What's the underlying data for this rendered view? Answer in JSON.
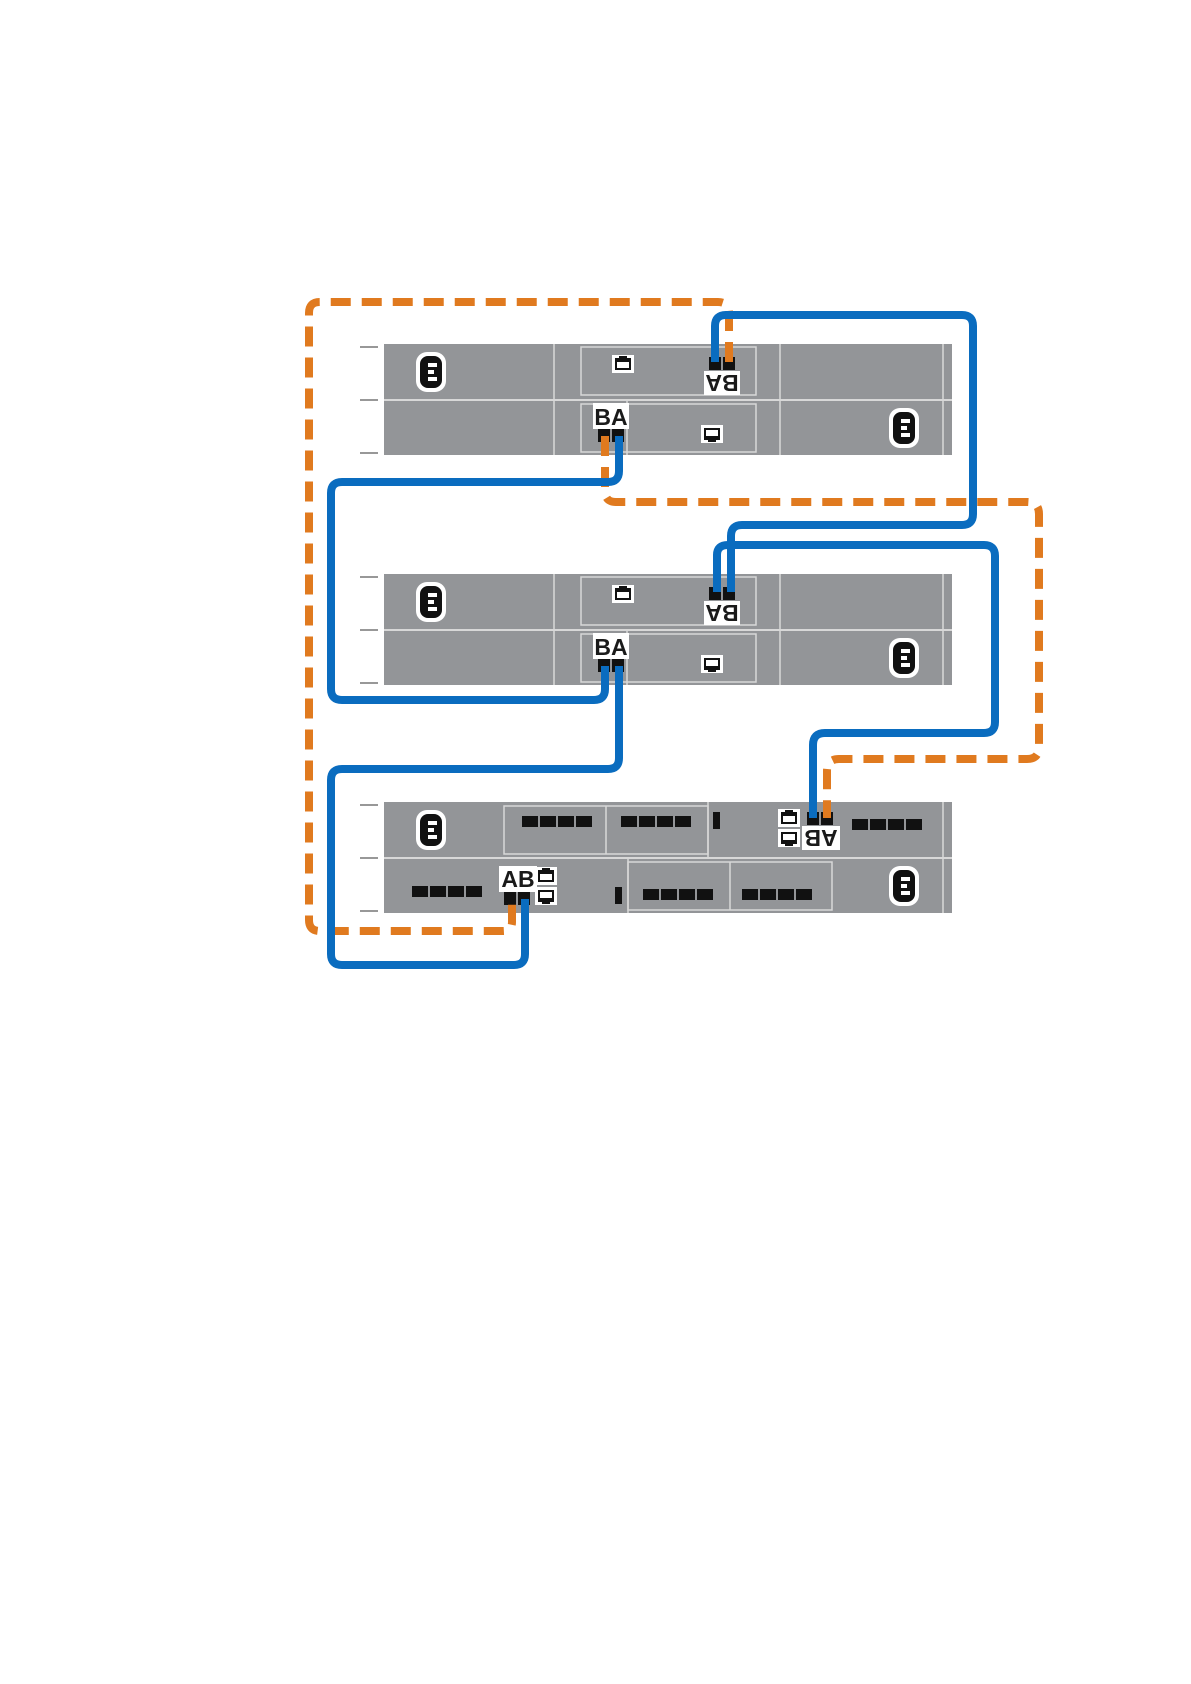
{
  "colors": {
    "background": "#ffffff",
    "chassis": "#939598",
    "chassis_edge": "#d8d8d8",
    "port_fill": "#111111",
    "label_bg": "#ffffff",
    "cable_solid": "#0a6cbf",
    "cable_dashed": "#e07a1f"
  },
  "icons": {
    "power": "power-inlet-icon",
    "network": "network-port-icon"
  },
  "labels": {
    "enc1_top_port": "BA",
    "enc1_bottom_port": "BA",
    "enc2_top_port": "BA",
    "enc2_bottom_port": "BA",
    "ctrl_top_port": "AB",
    "ctrl_bottom_port": "AB"
  }
}
